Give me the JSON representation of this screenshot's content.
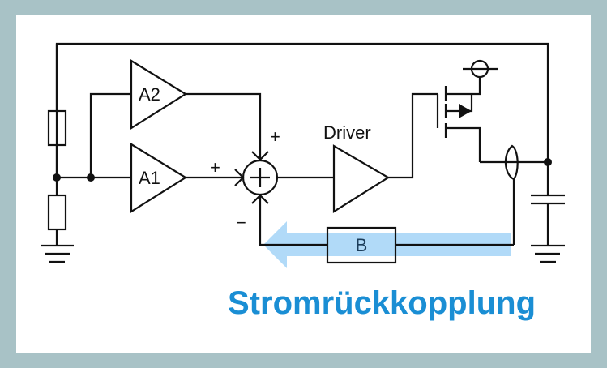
{
  "title": "Stromrückkopplung",
  "blocks": {
    "amp_a2": "A2",
    "amp_a1": "A1",
    "driver": "Driver",
    "feedback": "B"
  },
  "summing_junction": {
    "symbol": "+",
    "input_signs": {
      "top": "+",
      "left": "+",
      "bottom": "−"
    }
  },
  "colors": {
    "background_border": "#a8c2c6",
    "panel": "#ffffff",
    "title": "#1a8ed4",
    "feedback_arrow": "#a9d6f7",
    "wire": "#111111"
  }
}
